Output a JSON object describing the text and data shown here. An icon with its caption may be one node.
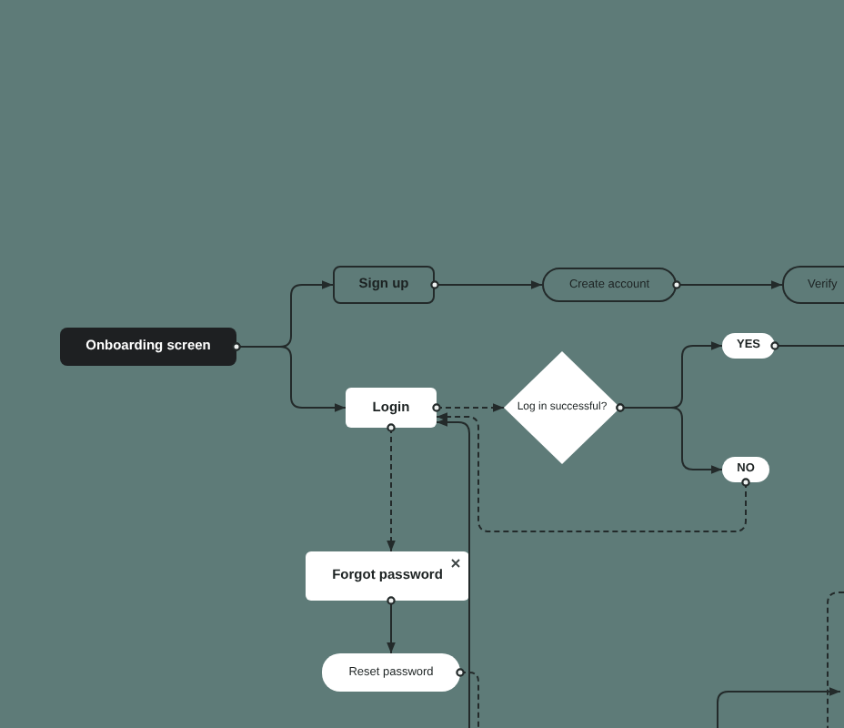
{
  "diagram": {
    "nodes": [
      {
        "text": [
          "Onboarding screen"
        ]
      },
      {
        "text": [
          "Sign up"
        ]
      },
      {
        "text": [
          "Create account"
        ]
      },
      {
        "text": [
          "Verify"
        ]
      },
      {
        "text": [
          "Login"
        ]
      },
      {
        "text": [
          "Log in successful?"
        ]
      },
      {
        "text": [
          "YES"
        ]
      },
      {
        "text": [
          "NO"
        ]
      },
      {
        "text": [
          "Forgot password"
        ]
      },
      {
        "text": [
          "Reset password"
        ]
      }
    ],
    "edges": [
      {
        "from": 0,
        "to": 1,
        "arrow": "to"
      },
      {
        "from": 0,
        "to": 4,
        "arrow": "to"
      },
      {
        "from": 1,
        "to": 2,
        "arrow": "to"
      },
      {
        "from": 2,
        "to": 3,
        "arrow": "to"
      },
      {
        "from": 4,
        "to": 5,
        "arrow": "to",
        "style": "dashed"
      },
      {
        "from": 5,
        "to": 6,
        "arrow": "to"
      },
      {
        "from": 5,
        "to": 7,
        "arrow": "to"
      },
      {
        "from": 6,
        "to": null,
        "arrow": "other"
      },
      {
        "from": 7,
        "to": 4,
        "arrow": "to",
        "style": "dashed"
      },
      {
        "from": null,
        "to": 4,
        "arrow": "to"
      },
      {
        "from": 4,
        "to": 8,
        "arrow": "to",
        "style": "dashed"
      },
      {
        "from": 8,
        "to": 9,
        "arrow": "to"
      },
      {
        "from": 9,
        "to": null,
        "arrow": "other",
        "style": "dashed"
      }
    ]
  }
}
